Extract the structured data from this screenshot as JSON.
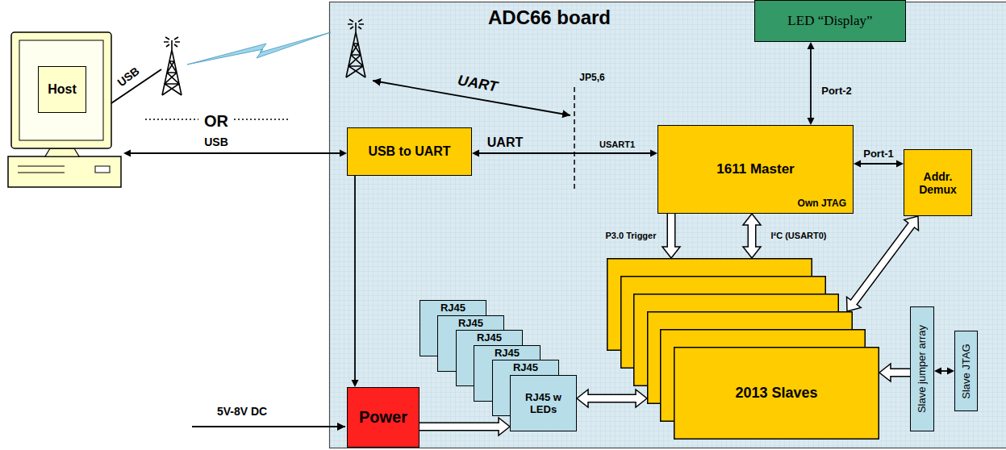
{
  "diagram": {
    "nodes": [
      {
        "text": [
          "Host"
        ]
      },
      {
        "text": [
          "ADC66 board"
        ]
      },
      {
        "text": [
          "LED “Display”"
        ],
        "in": 1
      },
      {
        "text": [
          "USB to UART"
        ],
        "in": 1
      },
      {
        "text": [
          "1611 Master",
          "Own JTAG"
        ],
        "in": 1
      },
      {
        "text": [
          "Addr. Demux"
        ],
        "in": 1
      },
      {
        "text": [
          "2013 Slaves"
        ],
        "in": 1
      },
      {
        "text": [
          "Slave jumper array"
        ],
        "in": 1
      },
      {
        "text": [
          "Slave JTAG"
        ],
        "in": 1
      },
      {
        "text": [
          "RJ45"
        ],
        "in": 1
      },
      {
        "text": [
          "RJ45"
        ],
        "in": 1
      },
      {
        "text": [
          "RJ45"
        ],
        "in": 1
      },
      {
        "text": [
          "RJ45"
        ],
        "in": 1
      },
      {
        "text": [
          "RJ45"
        ],
        "in": 1
      },
      {
        "text": [
          "RJ45 w LEDs"
        ],
        "in": 1
      },
      {
        "text": [
          "Power"
        ],
        "in": 1
      }
    ],
    "edges": [
      {
        "from": 0,
        "to": 3,
        "arrow": "both",
        "label": "USB"
      },
      {
        "from": 3,
        "to": 4,
        "arrow": "both",
        "label": "UART"
      },
      {
        "from": 4,
        "to": 2,
        "arrow": "both",
        "label": "Port-2"
      },
      {
        "from": 4,
        "to": 5,
        "arrow": "both",
        "label": "Port-1"
      },
      {
        "from": 4,
        "to": 6,
        "arrow": "to",
        "label": "P3.0 Trigger"
      },
      {
        "from": 4,
        "to": 6,
        "arrow": "both",
        "label": "I²C (USART0)"
      },
      {
        "from": 5,
        "to": 6,
        "arrow": "both"
      },
      {
        "from": 7,
        "to": 6,
        "arrow": "to"
      },
      {
        "from": 7,
        "to": 8,
        "arrow": "both"
      },
      {
        "from": 14,
        "to": 6,
        "arrow": "both"
      },
      {
        "from": 3,
        "to": 15,
        "arrow": "to"
      },
      {
        "from": 15,
        "to": 14,
        "arrow": "to"
      }
    ],
    "labels": [
      "USB",
      "OR",
      "UART",
      "JP5,6",
      "USART1",
      "5V-8V DC"
    ]
  }
}
